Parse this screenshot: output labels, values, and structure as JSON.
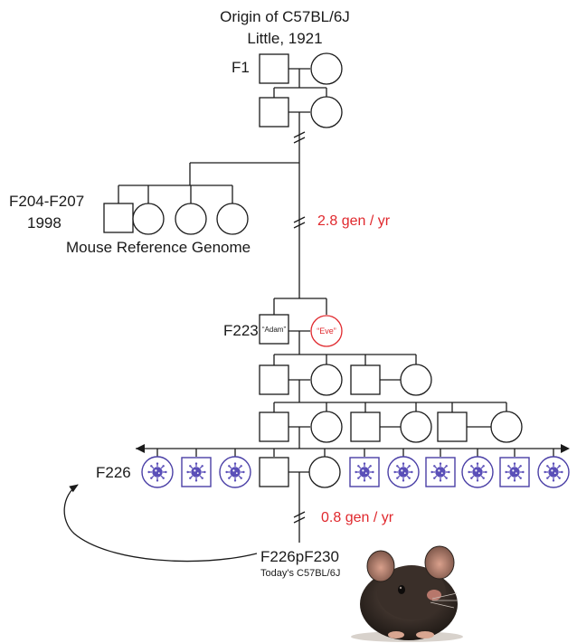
{
  "header": {
    "title_line1": "Origin of C57BL/6J",
    "title_line2": "Little, 1921"
  },
  "generations": {
    "f1": "F1",
    "f204_f207": "F204-F207",
    "year_1998": "1998",
    "reference_genome": "Mouse Reference Genome",
    "f223": "F223",
    "f226": "F226",
    "f226pf230": "F226pF230",
    "today": "Today's C57BL/6J"
  },
  "founders": {
    "adam": "“Adam”",
    "eve": "“Eve”"
  },
  "rates": {
    "early": "2.8 gen / yr",
    "late": "0.8 gen / yr"
  },
  "colors": {
    "line": "#1a1a1a",
    "rate_text": "#e0282d",
    "eve_outline": "#e0282d",
    "mutant_outline": "#4a3fa6",
    "mutant_symbol": "#5a4fb8"
  },
  "legend_symbols": {
    "square": "male",
    "circle": "female",
    "virus_glyph": "virus-icon",
    "mouse_picture": "mouse-photo"
  }
}
